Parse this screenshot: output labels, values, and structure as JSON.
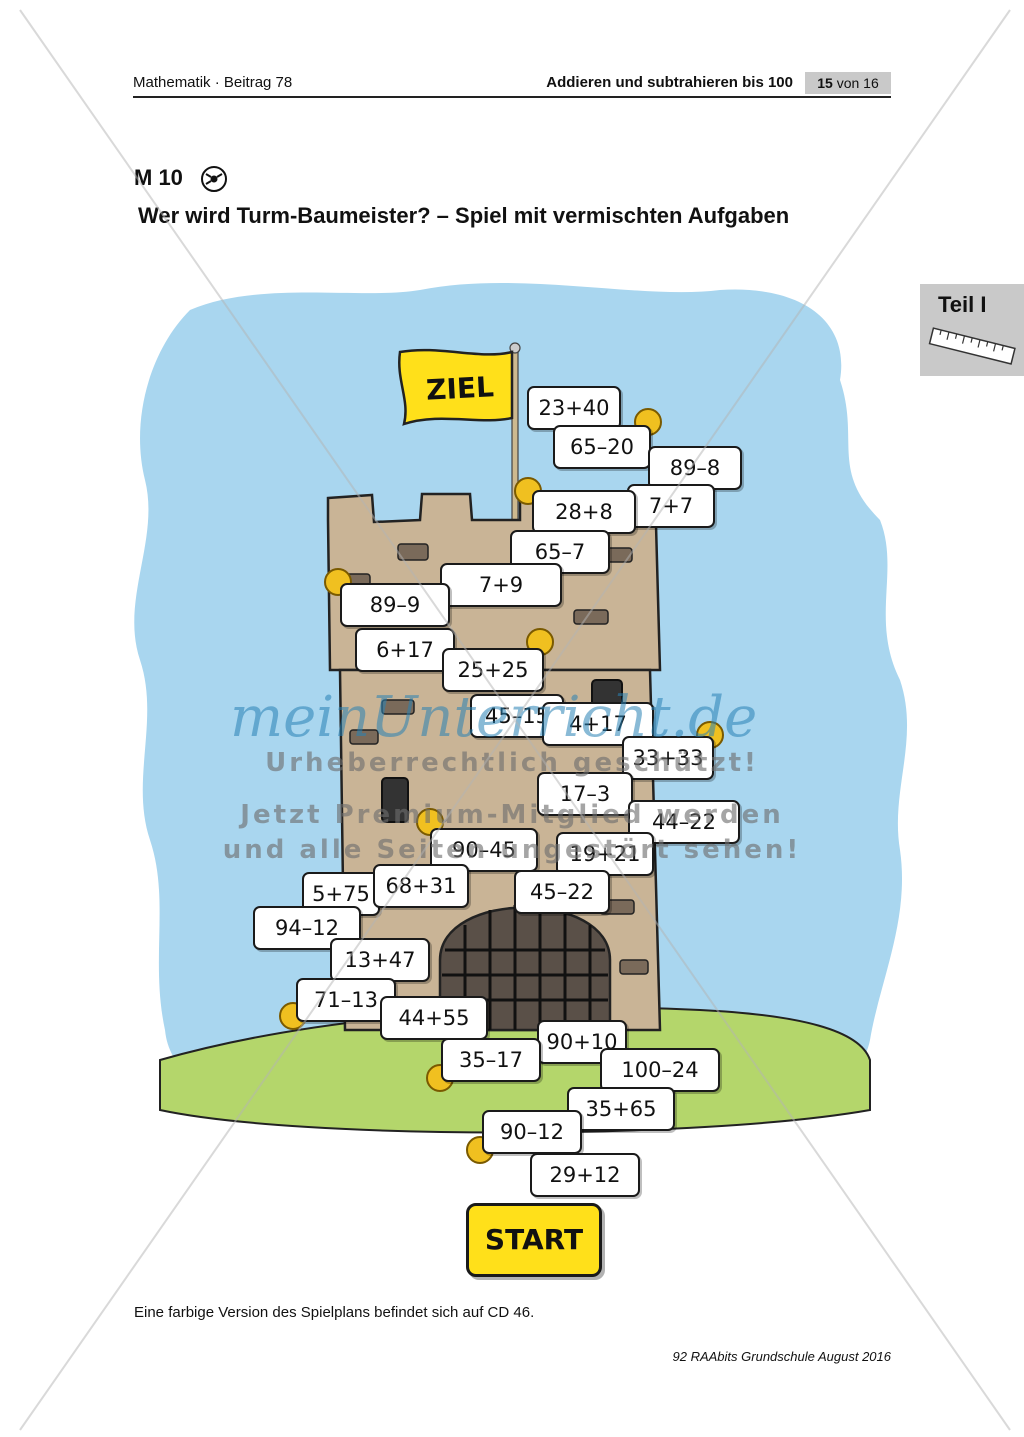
{
  "header": {
    "left": "Mathematik · Beitrag 78",
    "right": "Addieren und subtrahieren bis 100",
    "page_number": "15",
    "page_of": "von 16"
  },
  "material": {
    "label": "M 10",
    "title": "Wer wird Turm-Baumeister? – Spiel mit vermischten Aufgaben"
  },
  "side_tab": {
    "label": "Teil I"
  },
  "board": {
    "goal": "ZIEL",
    "start": "START",
    "cards": [
      "23+40",
      "65–20",
      "89–8",
      "7+7",
      "28+8",
      "65–7",
      "7+9",
      "89–9",
      "6+17",
      "25+25",
      "45–15",
      "4+17",
      "33+33",
      "17–3",
      "44–22",
      "90–45",
      "19+21",
      "5+75",
      "68+31",
      "45–22",
      "94–12",
      "13+47",
      "71–13",
      "44+55",
      "90+10",
      "35–17",
      "100–24",
      "35+65",
      "90–12",
      "29+12"
    ]
  },
  "watermark": {
    "brand": "meinUnterricht.de",
    "line1": "Urheberrechtlich geschützt!",
    "line2": "Jetzt Premium-Mitglied werden",
    "line3": "und alle Seiten ungestört sehen!"
  },
  "footnote": "Eine farbige Version des Spielplans befindet sich auf CD 46.",
  "footer": "92 RAAbits Grundschule August 2016",
  "colors": {
    "sky": "#a9d6ef",
    "grass": "#b4d66b",
    "stone": "#c9b496",
    "flag": "#ffe01a",
    "coin": "#f0c020"
  }
}
